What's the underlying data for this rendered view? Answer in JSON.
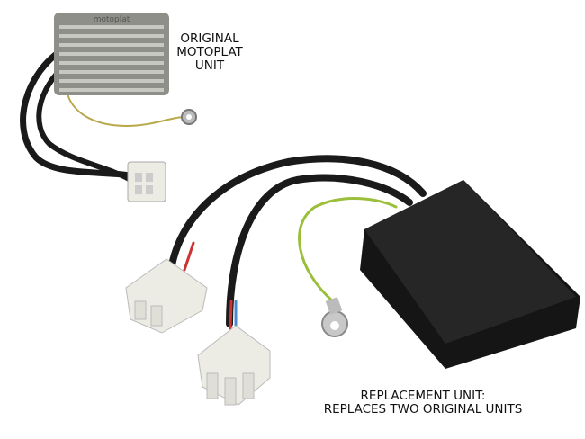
{
  "labels": {
    "original": "ORIGINAL\nMOTOPLAT\nUNIT",
    "replacement": "REPLACEMENT UNIT:\nREPLACES TWO ORIGINAL UNITS"
  },
  "logo_text": "motoplat",
  "colors": {
    "background": "#ffffff",
    "box": "#151515",
    "cable": "#1a1a1a",
    "connector": "#ecebe4",
    "metal": "#9a9a95"
  }
}
